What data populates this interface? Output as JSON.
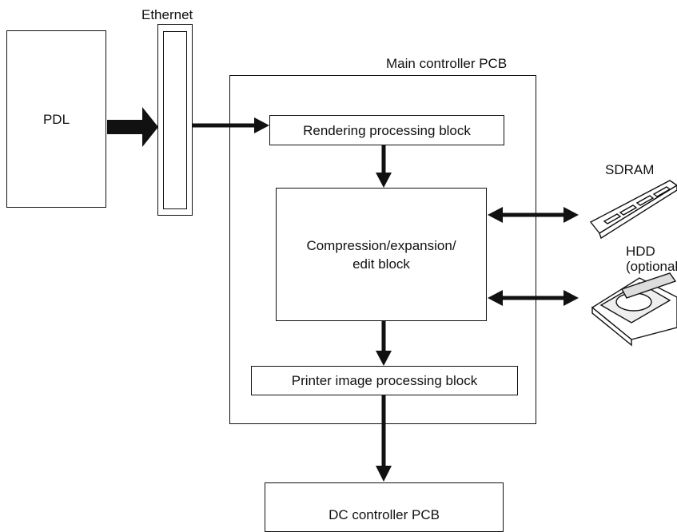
{
  "labels": {
    "pdl": "PDL",
    "ethernet": "Ethernet",
    "main_controller": "Main controller PCB",
    "rendering": "Rendering processing block",
    "compression_line1": "Compression/expansion/",
    "compression_line2": "edit block",
    "printer_image": "Printer image processing block",
    "dc_controller": "DC controller PCB",
    "sdram": "SDRAM",
    "hdd_line1": "HDD",
    "hdd_line2": "(optional)"
  },
  "colors": {
    "line": "#111111",
    "background": "#ffffff"
  }
}
